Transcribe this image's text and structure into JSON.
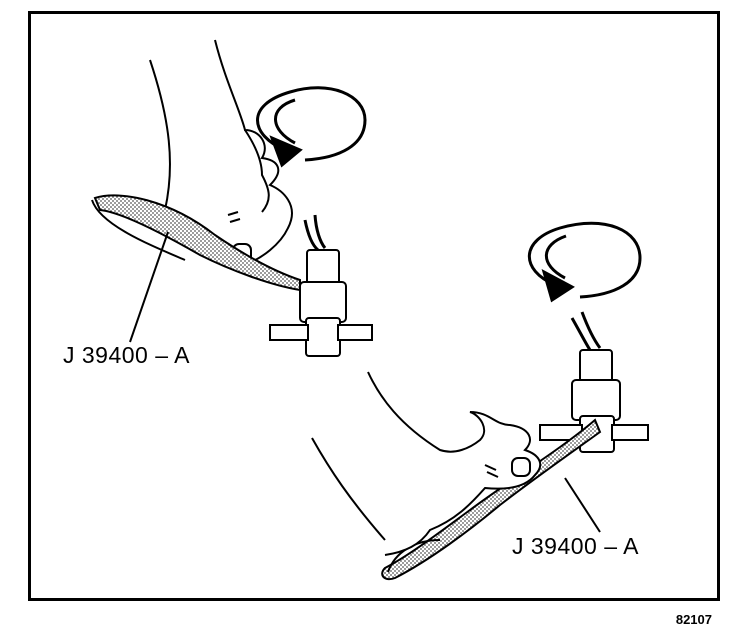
{
  "figure": {
    "callout_top": "J 39400 – A",
    "callout_bottom": "J 39400 – A",
    "figure_number": "82107"
  },
  "colors": {
    "ink": "#000000",
    "paper": "#ffffff",
    "hatch": "#888888"
  }
}
